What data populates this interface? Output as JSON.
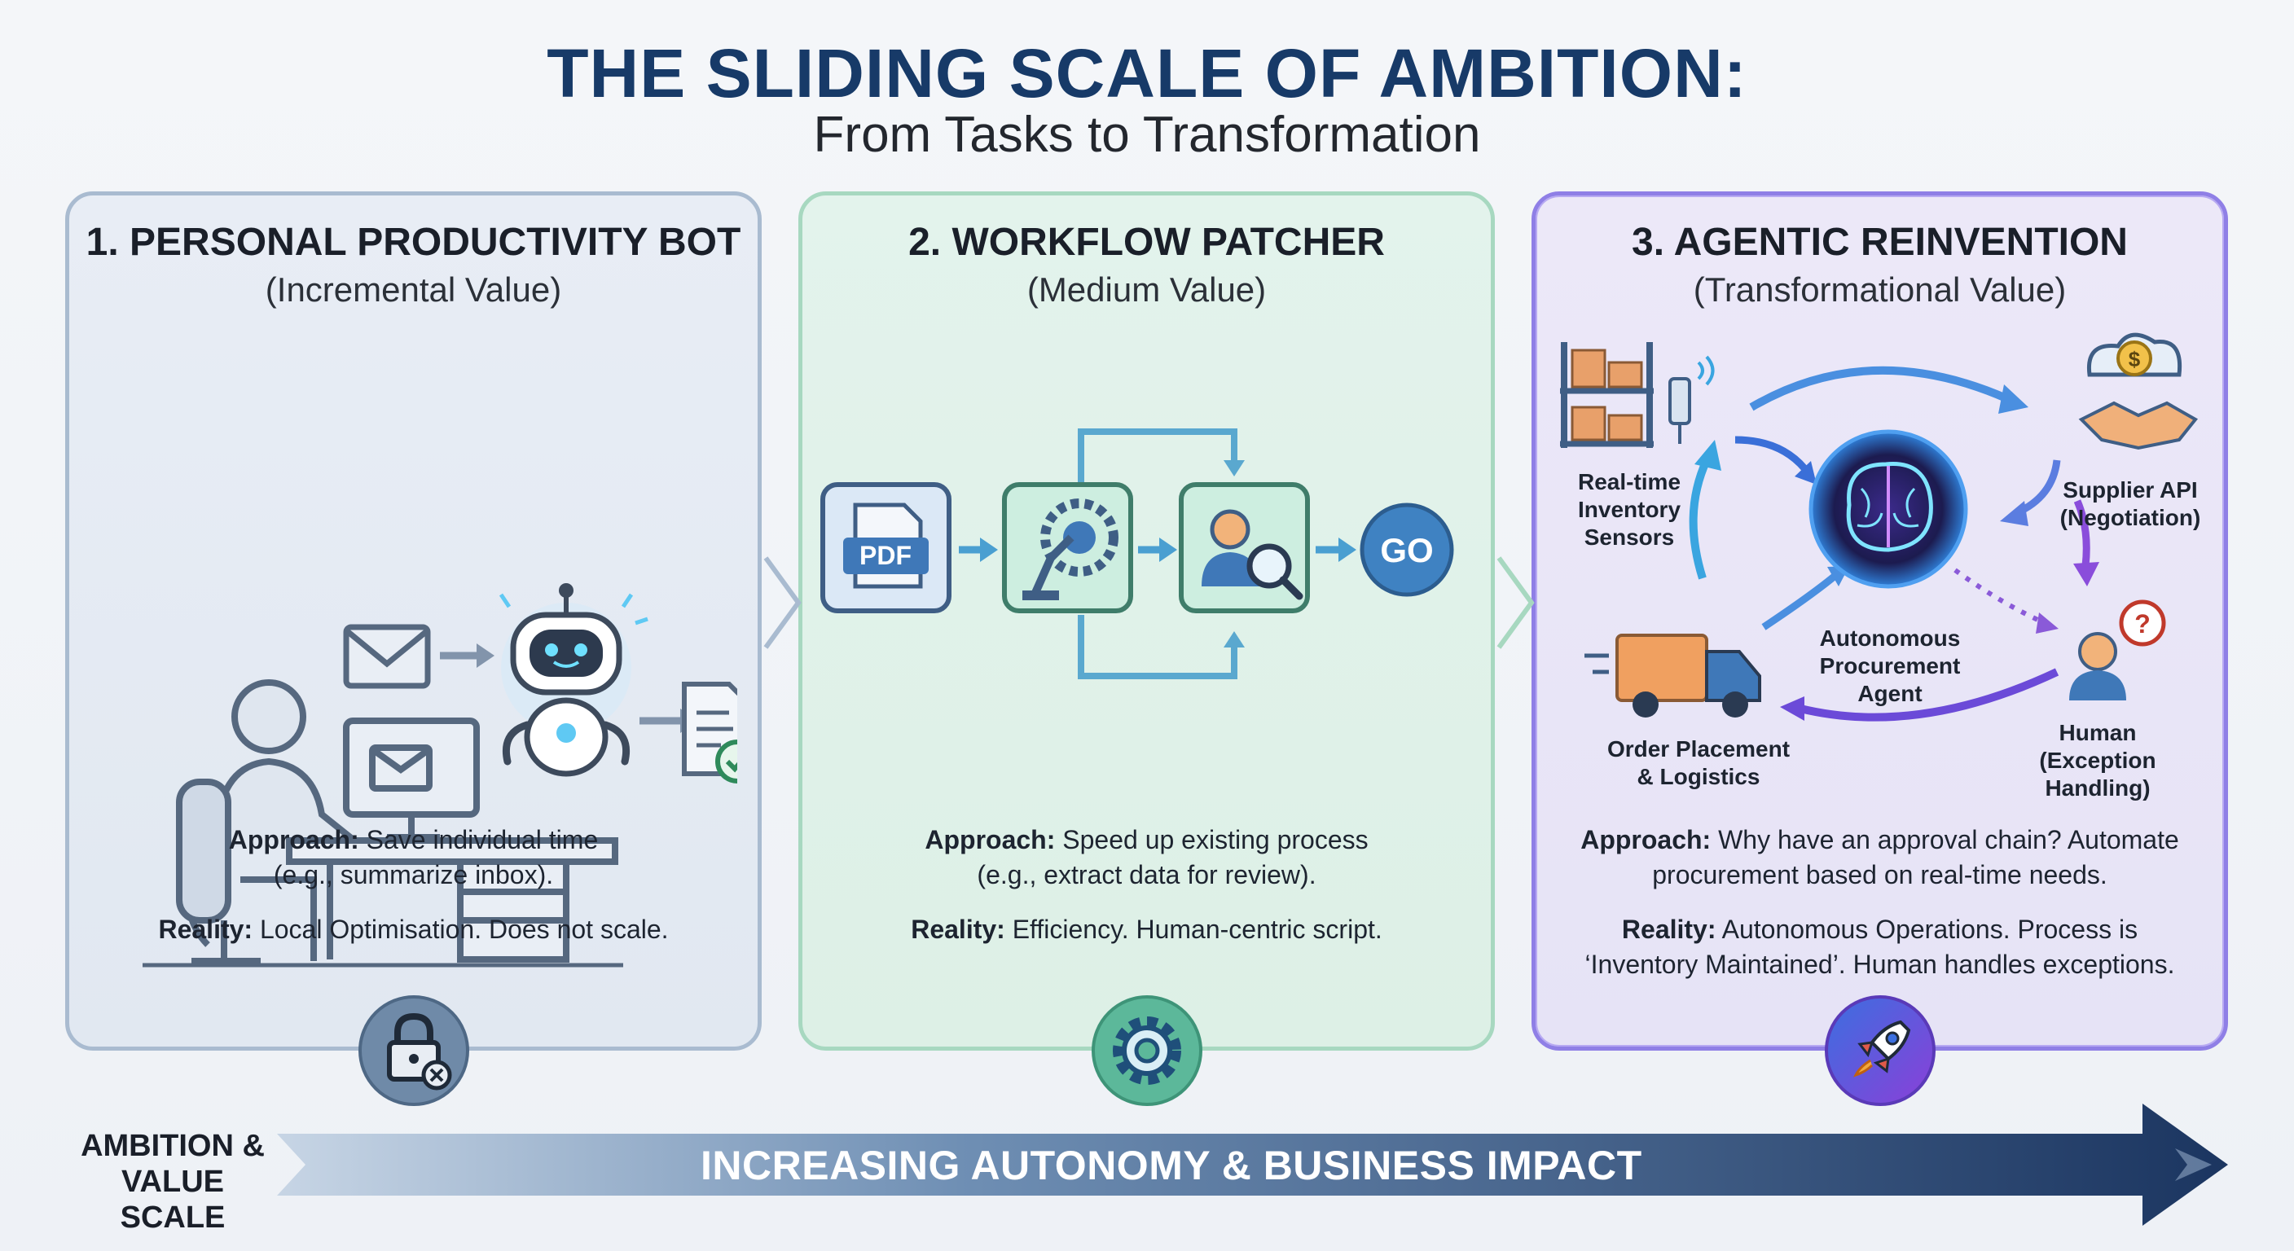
{
  "header": {
    "title": "THE SLIDING SCALE OF AMBITION:",
    "subtitle": "From Tasks to Transformation"
  },
  "panels": [
    {
      "title": "1. PERSONAL PRODUCTIVITY BOT",
      "subtitle": "(Incremental Value)",
      "approach_label": "Approach:",
      "approach_line1": "Save individual time",
      "approach_line2": "(e.g., summarize inbox).",
      "reality_label": "Reality:",
      "reality_text": "Local Optimisation. Does not scale.",
      "badge_icon": "lock-icon"
    },
    {
      "title": "2. WORKFLOW PATCHER",
      "subtitle": "(Medium Value)",
      "approach_label": "Approach:",
      "approach_line1": "Speed up existing process",
      "approach_line2": "(e.g., extract data for review).",
      "reality_label": "Reality:",
      "reality_text": "Efficiency. Human-centric script.",
      "pdf_label": "PDF",
      "go_label": "GO",
      "badge_icon": "gear-icon"
    },
    {
      "title": "3. AGENTIC REINVENTION",
      "subtitle": "(Transformational Value)",
      "approach_label": "Approach:",
      "approach_line1": "Why have an approval chain? Automate",
      "approach_line2": "procurement based on real-time needs.",
      "reality_label": "Reality:",
      "reality_line1": "Autonomous Operations. Process is",
      "reality_line2": "‘Inventory Maintained’. Human handles exceptions.",
      "badge_icon": "rocket-icon",
      "nodes": {
        "sensors": [
          "Real-time",
          "Inventory",
          "Sensors"
        ],
        "supplier": [
          "Supplier API",
          "(Negotiation)"
        ],
        "agent": [
          "Autonomous",
          "Procurement",
          "Agent"
        ],
        "human": [
          "Human",
          "(Exception",
          "Handling)"
        ],
        "order": [
          "Order Placement",
          "& Logistics"
        ]
      }
    }
  ],
  "scale": {
    "label_line1": "AMBITION &",
    "label_line2": "VALUE SCALE",
    "arrow_text": "INCREASING AUTONOMY & BUSINESS IMPACT"
  },
  "colors": {
    "title": "#173a68",
    "panel1_border": "#a9bbd0",
    "panel2_border": "#a7d8c0",
    "panel3_border": "#8f7fe6",
    "arrow_dark": "#1b3560",
    "arrow_light": "#c7d5e5"
  }
}
